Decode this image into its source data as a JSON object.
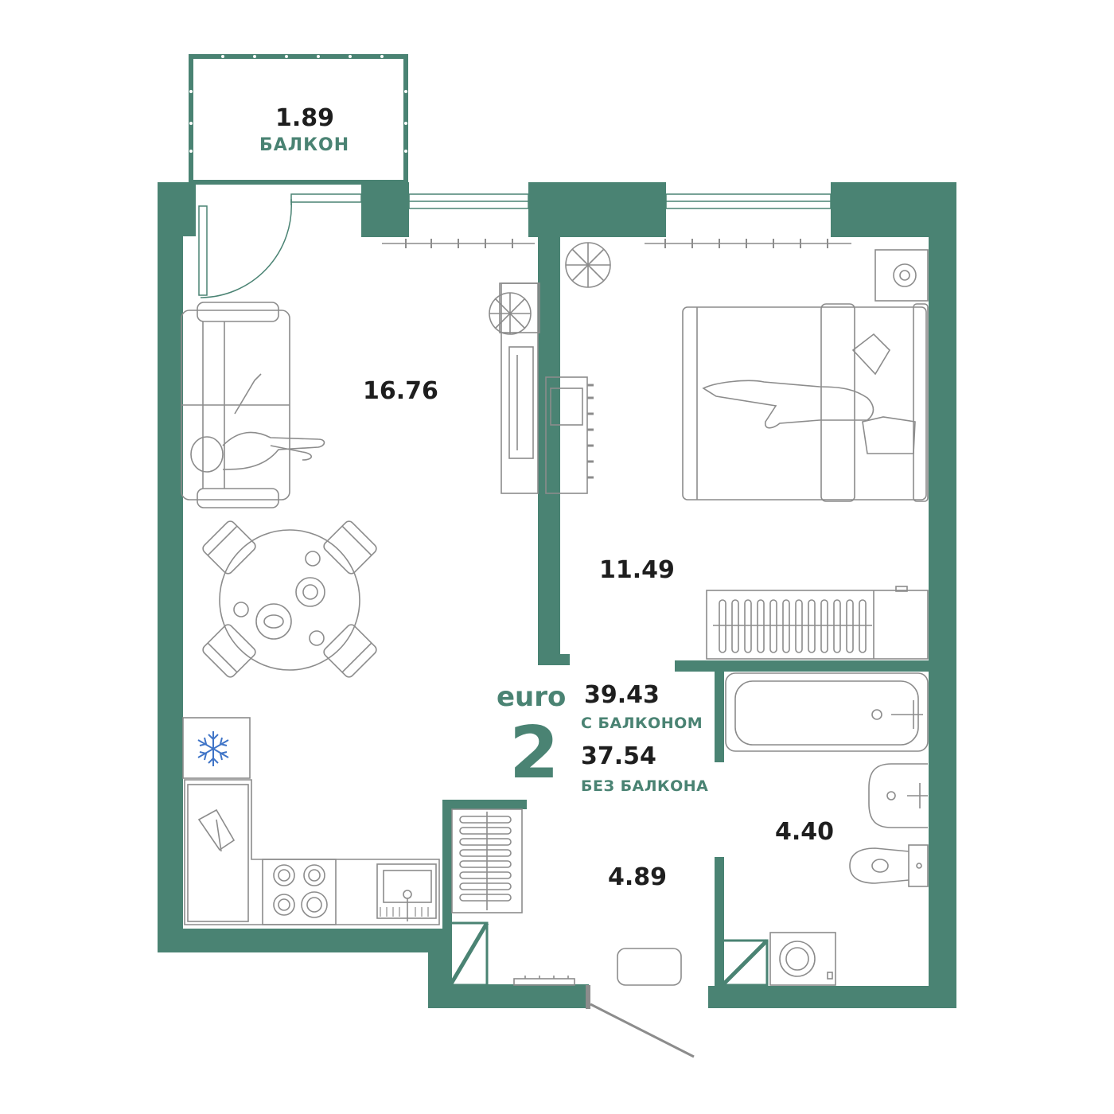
{
  "colors": {
    "wall": "#4a8373",
    "furniture": "#8c8c8c",
    "text": "#1e1e1e",
    "accent": "#4a8373",
    "freezer": "#3f74c7"
  },
  "rooms": {
    "balcony": {
      "area": "1.89",
      "name": "БАЛКОН"
    },
    "living_kitchen": {
      "area": "16.76"
    },
    "bedroom": {
      "area": "11.49"
    },
    "hall": {
      "area": "4.89"
    },
    "bathroom": {
      "area": "4.40"
    }
  },
  "apartment": {
    "brand": "euro",
    "rooms_count": "2",
    "total_area_with_balcony": "39.43",
    "with_balcony_label": "С БАЛКОНОМ",
    "total_area_without_balcony": "37.54",
    "without_balcony_label": "БЕЗ БАЛКОНА"
  },
  "icons": [
    "snowflake-icon",
    "plant-icon",
    "sofa-icon",
    "bed-icon",
    "table-icon",
    "stove-icon",
    "sink-icon",
    "bathtub-icon",
    "toilet-icon",
    "washing-machine-icon"
  ]
}
